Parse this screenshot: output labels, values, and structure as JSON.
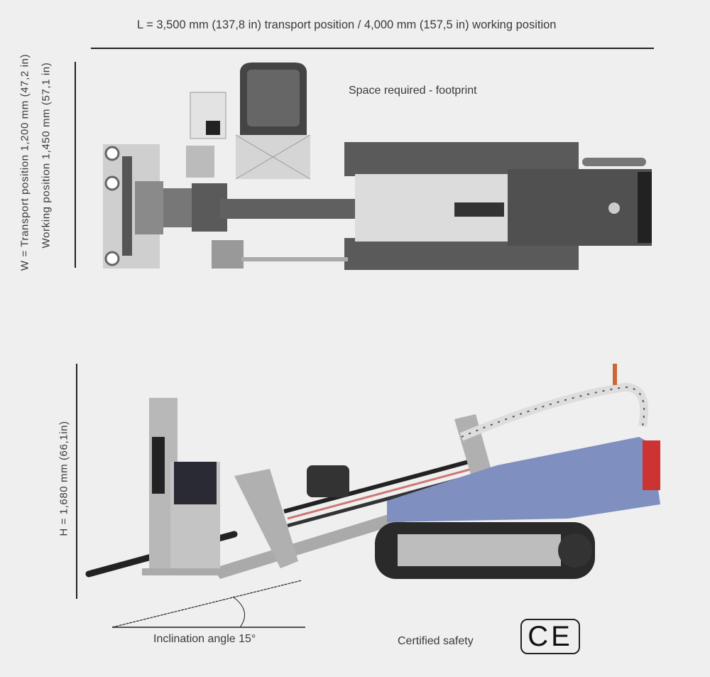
{
  "dimensions": {
    "length": "L = 3,500 mm (137,8 in) transport position / 4,000 mm (157,5 in) working position",
    "width_transport": "W = Transport position 1,200 mm (47,2 in)",
    "width_working": "Working position 1,450 mm  (57,1 in)",
    "height": "H = 1,680 mm (66,1in)"
  },
  "labels": {
    "footprint": "Space required - footprint",
    "inclination": "Inclination angle 15°",
    "certified": "Certified safety",
    "ce_mark": "CE"
  },
  "colors": {
    "background": "#efefef",
    "machine_body": "#7f8fc0",
    "machine_dark": "#4a4a4a"
  }
}
